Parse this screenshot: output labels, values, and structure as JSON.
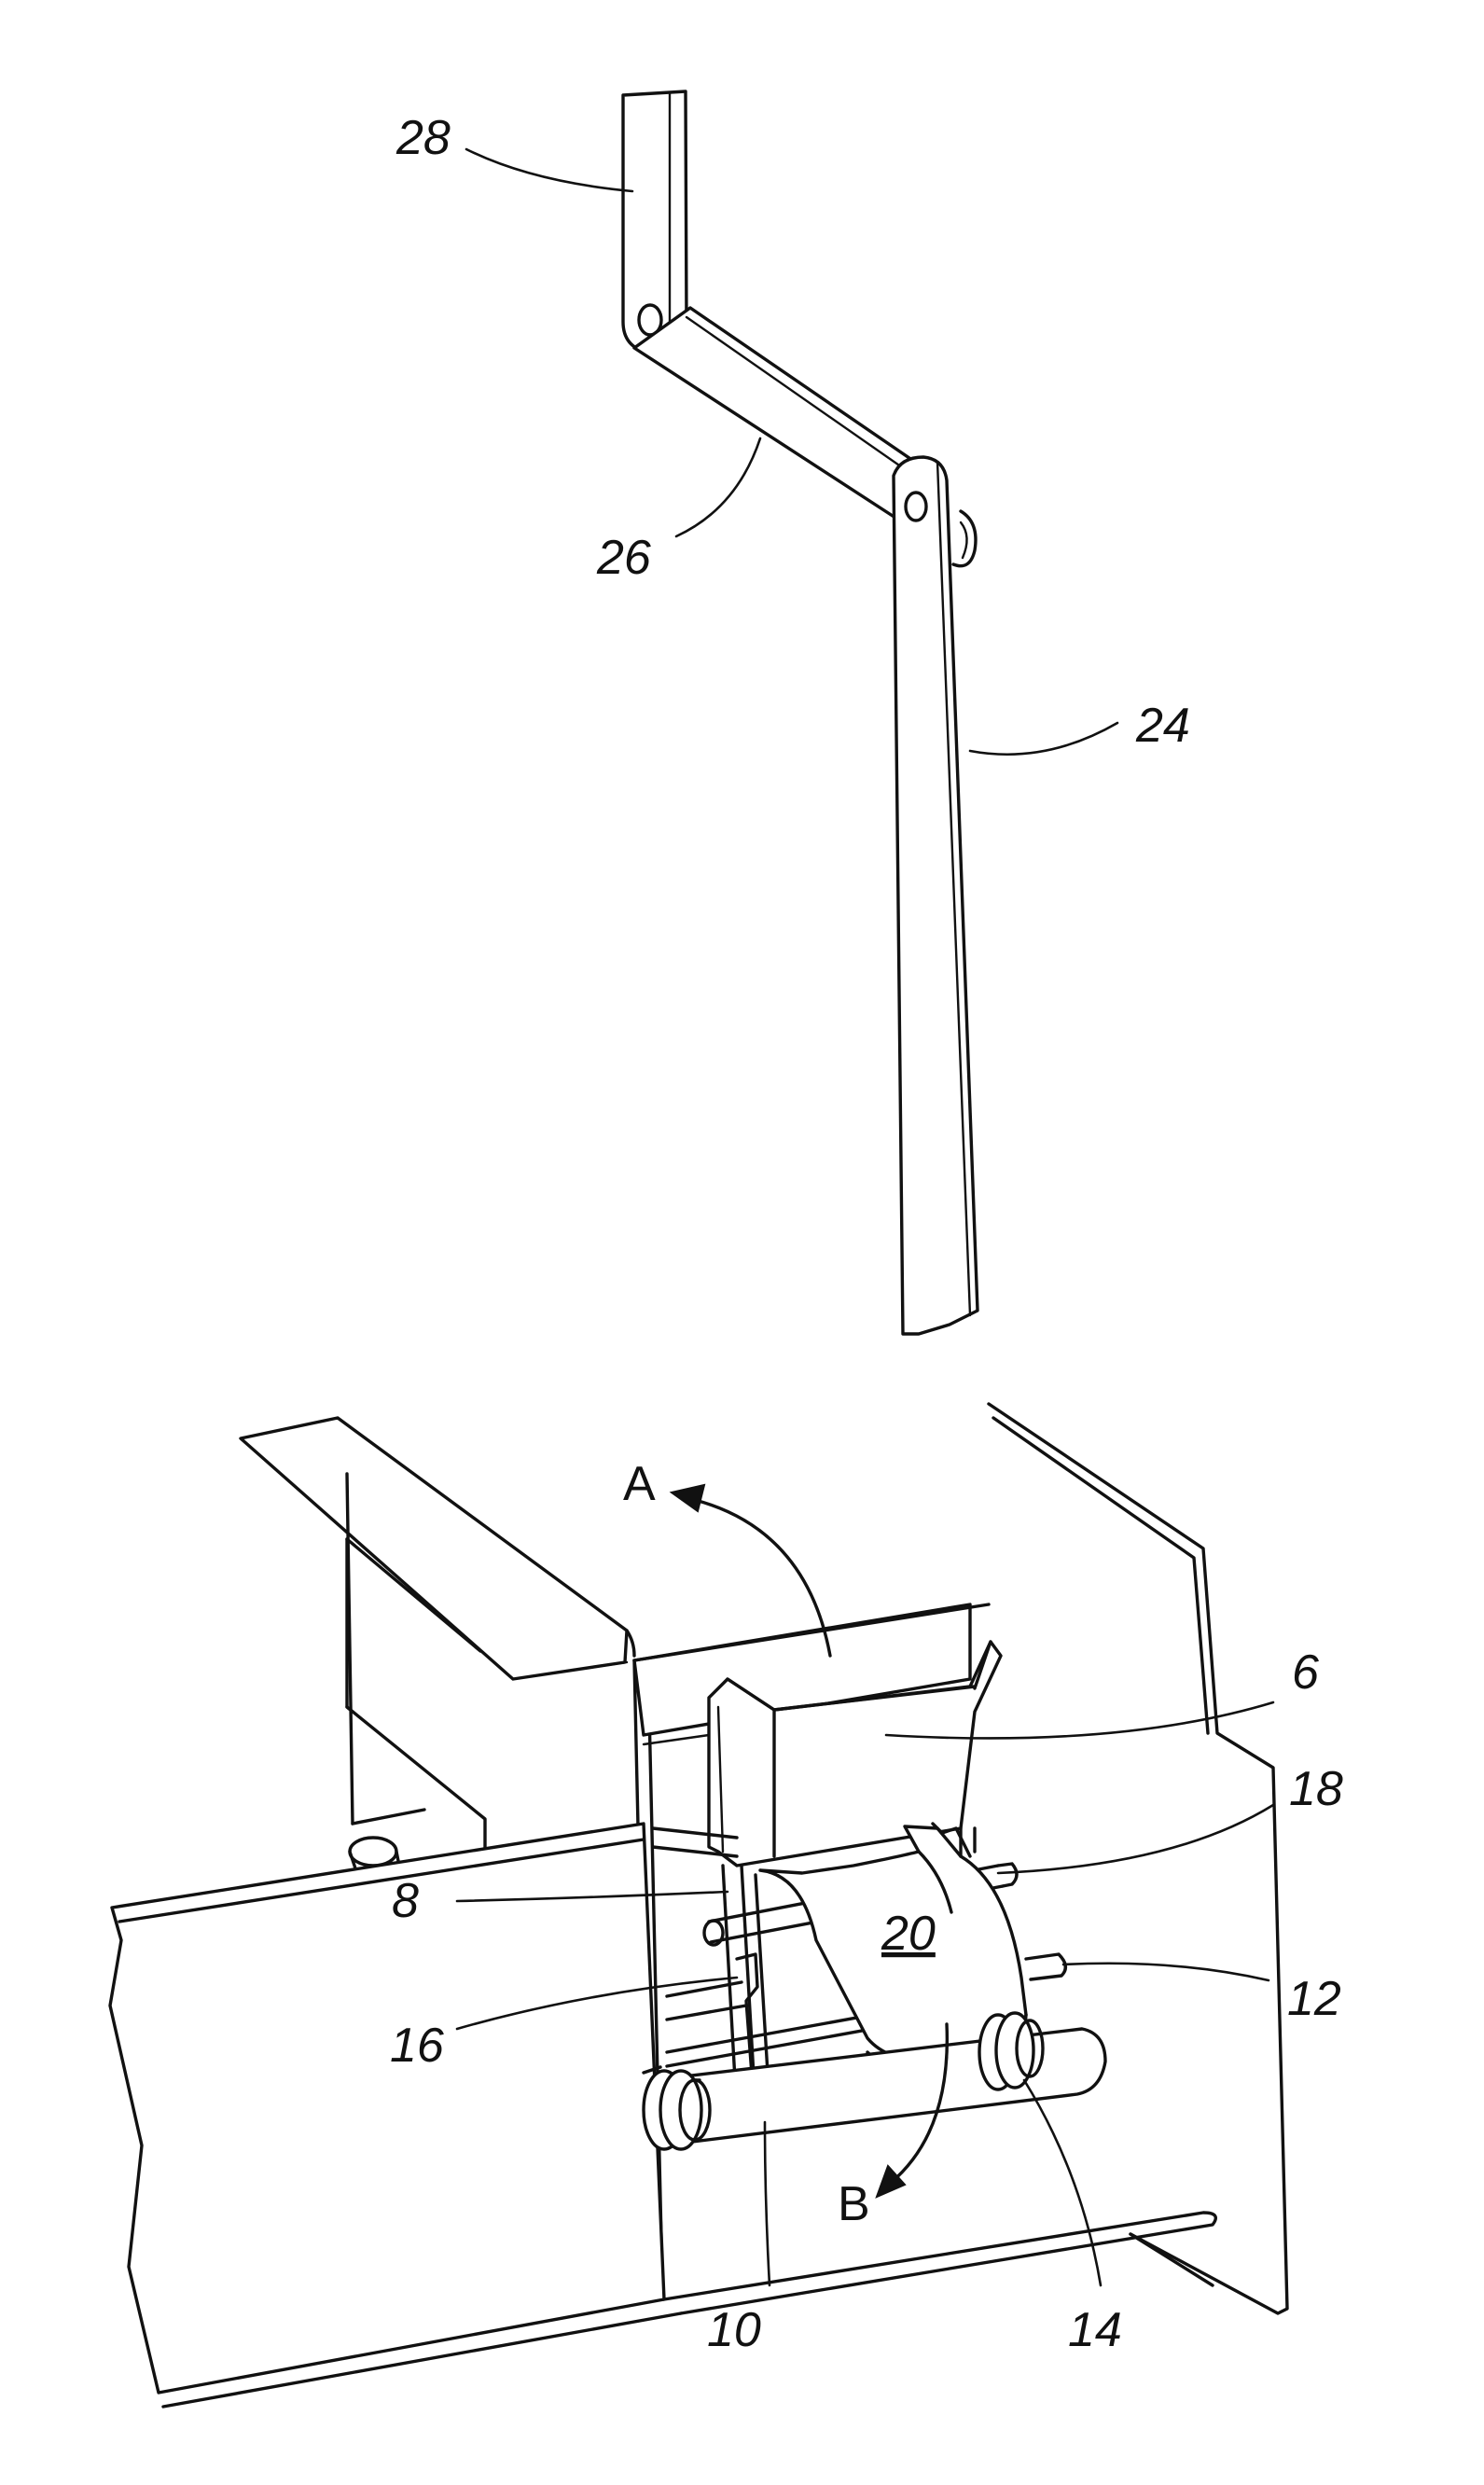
{
  "labels": {
    "l28": "28",
    "l26": "26",
    "l24": "24",
    "l6": "6",
    "l18": "18",
    "l8": "8",
    "l20": "20",
    "l12": "12",
    "l16": "16",
    "l10": "10",
    "l14": "14"
  },
  "arrows": {
    "a": "A",
    "b": "B"
  }
}
